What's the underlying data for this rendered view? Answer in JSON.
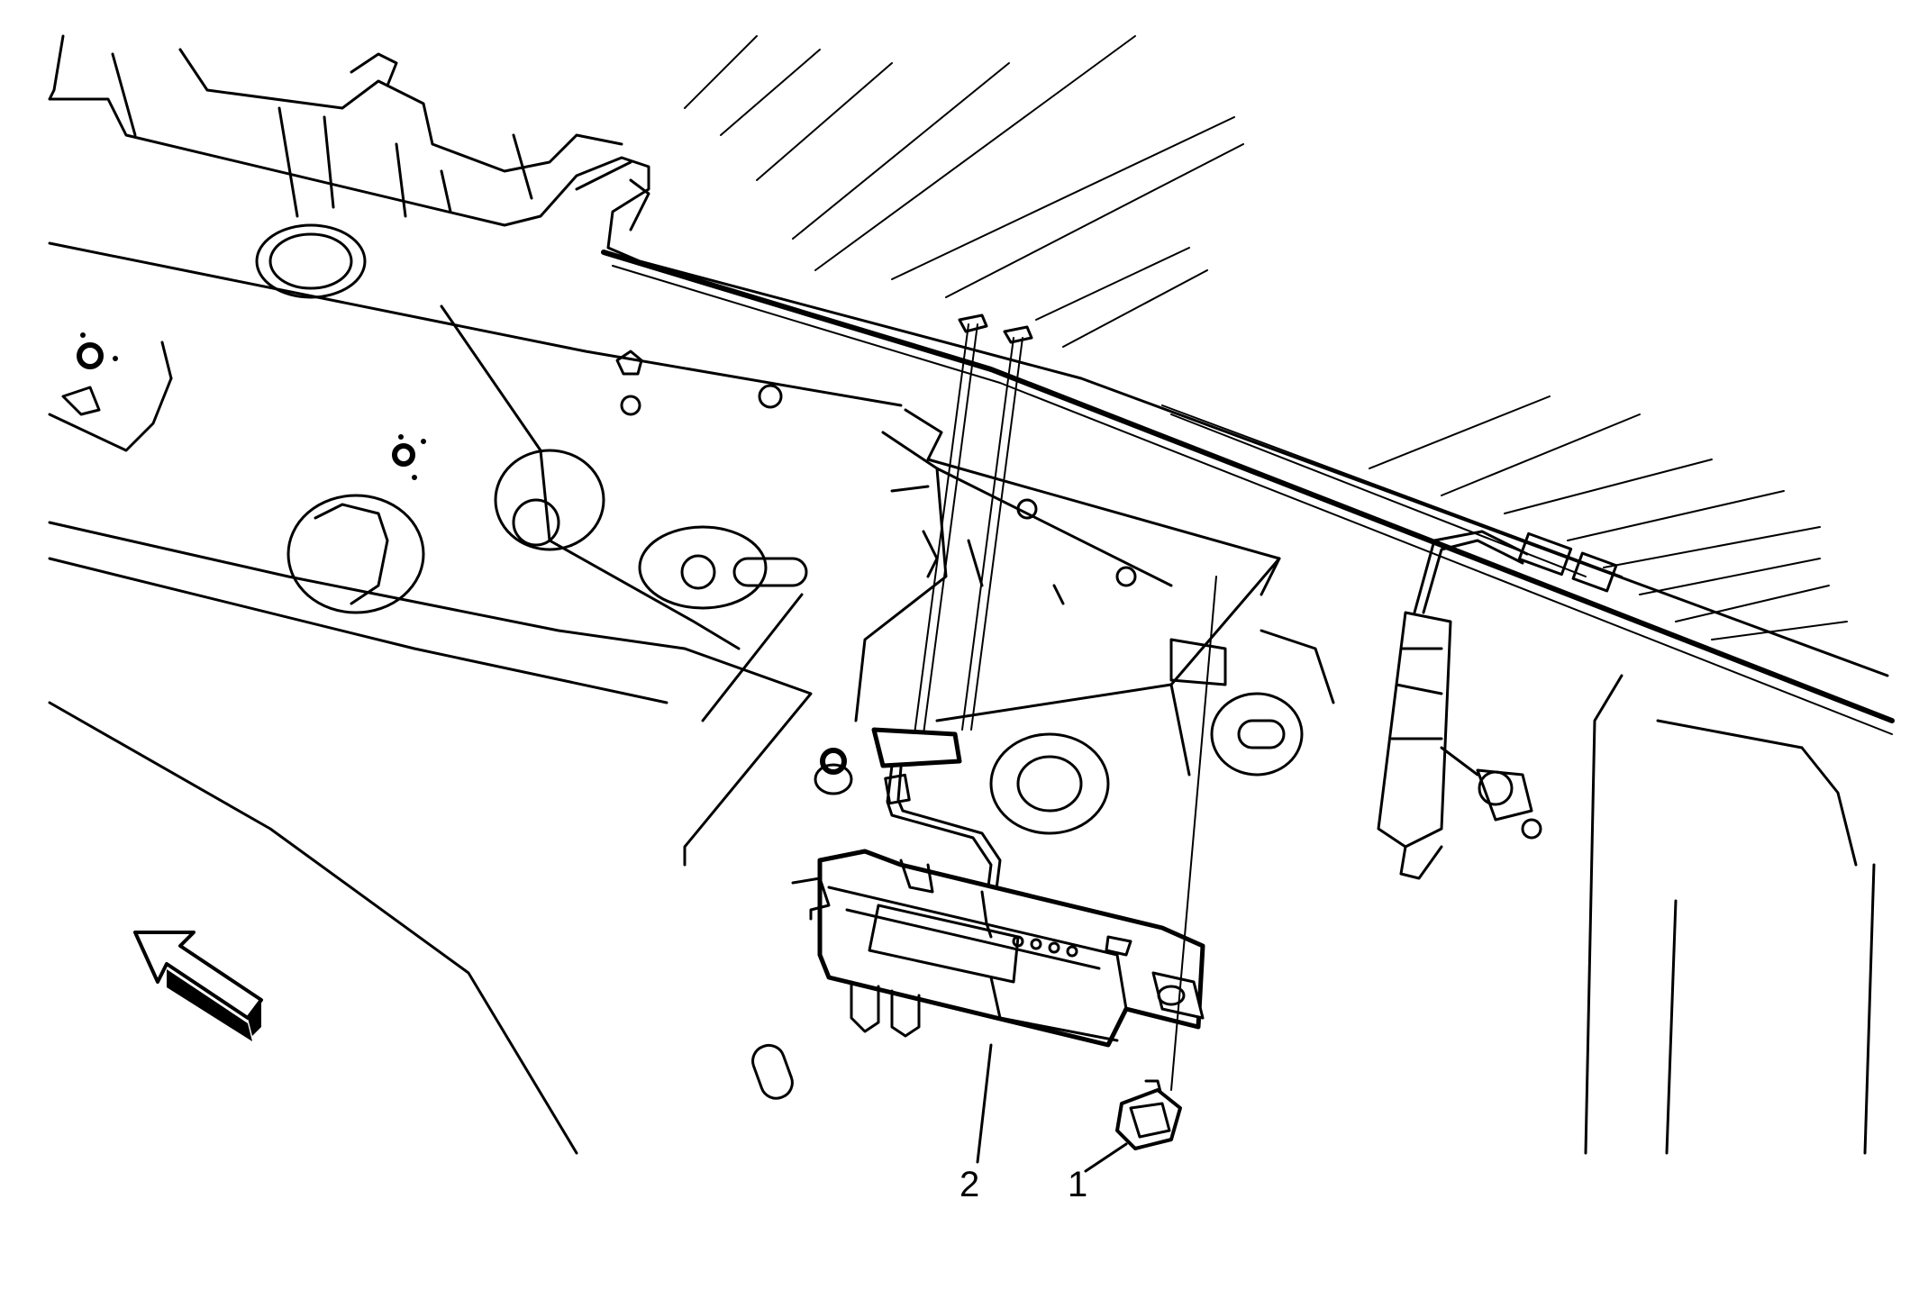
{
  "callouts": [
    {
      "number": "1",
      "part": "bolt"
    },
    {
      "number": "2",
      "part": "module"
    }
  ],
  "icons": {
    "direction_arrow": "front-direction-arrow-icon"
  },
  "colors": {
    "ink": "#000000",
    "background": "#ffffff"
  }
}
